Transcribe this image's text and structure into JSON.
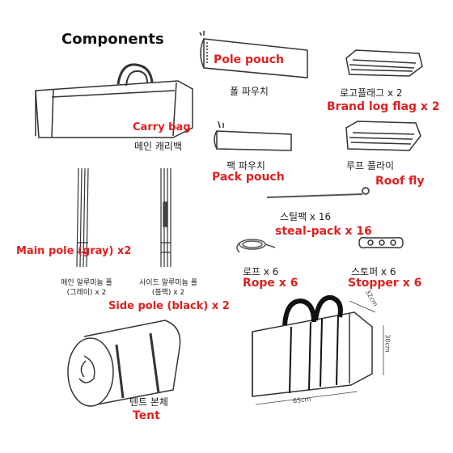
{
  "title": "Components",
  "items": {
    "pole_pouch": {
      "ko": "폴 파우치",
      "en": "Pole pouch"
    },
    "brand_flag": {
      "ko": "로고플래그 x 2",
      "en": "Brand log flag x 2"
    },
    "carry_bag": {
      "ko": "메인 캐리백",
      "en": "Carry bag"
    },
    "pack_pouch": {
      "ko": "팩 파우치",
      "en": "Pack pouch"
    },
    "roof_fly": {
      "ko": "루프 플라이",
      "en": "Roof fly"
    },
    "steal_pack": {
      "ko": "스틸팩 x 16",
      "en": "steal-pack x 16"
    },
    "main_pole": {
      "ko_line1": "메인 알루미늄 폴",
      "ko_line2": "(그레이) x 2",
      "en": "Main pole (gray) x2"
    },
    "side_pole": {
      "ko_line1": "사이드 알루미늄 폴",
      "ko_line2": "(블랙) x 2",
      "en": "Side pole (black) x 2"
    },
    "rope": {
      "ko": "로프 x 6",
      "en": "Rope x 6"
    },
    "stopper": {
      "ko": "스토퍼 x 6",
      "en": "Stopper x 6"
    },
    "tent": {
      "ko": "텐트 본체",
      "en": "Tent"
    }
  },
  "dimensions": {
    "depth": "32cm",
    "height": "30cm",
    "width": "65cm"
  },
  "colors": {
    "accent": "#e02020",
    "line": "#333333"
  }
}
